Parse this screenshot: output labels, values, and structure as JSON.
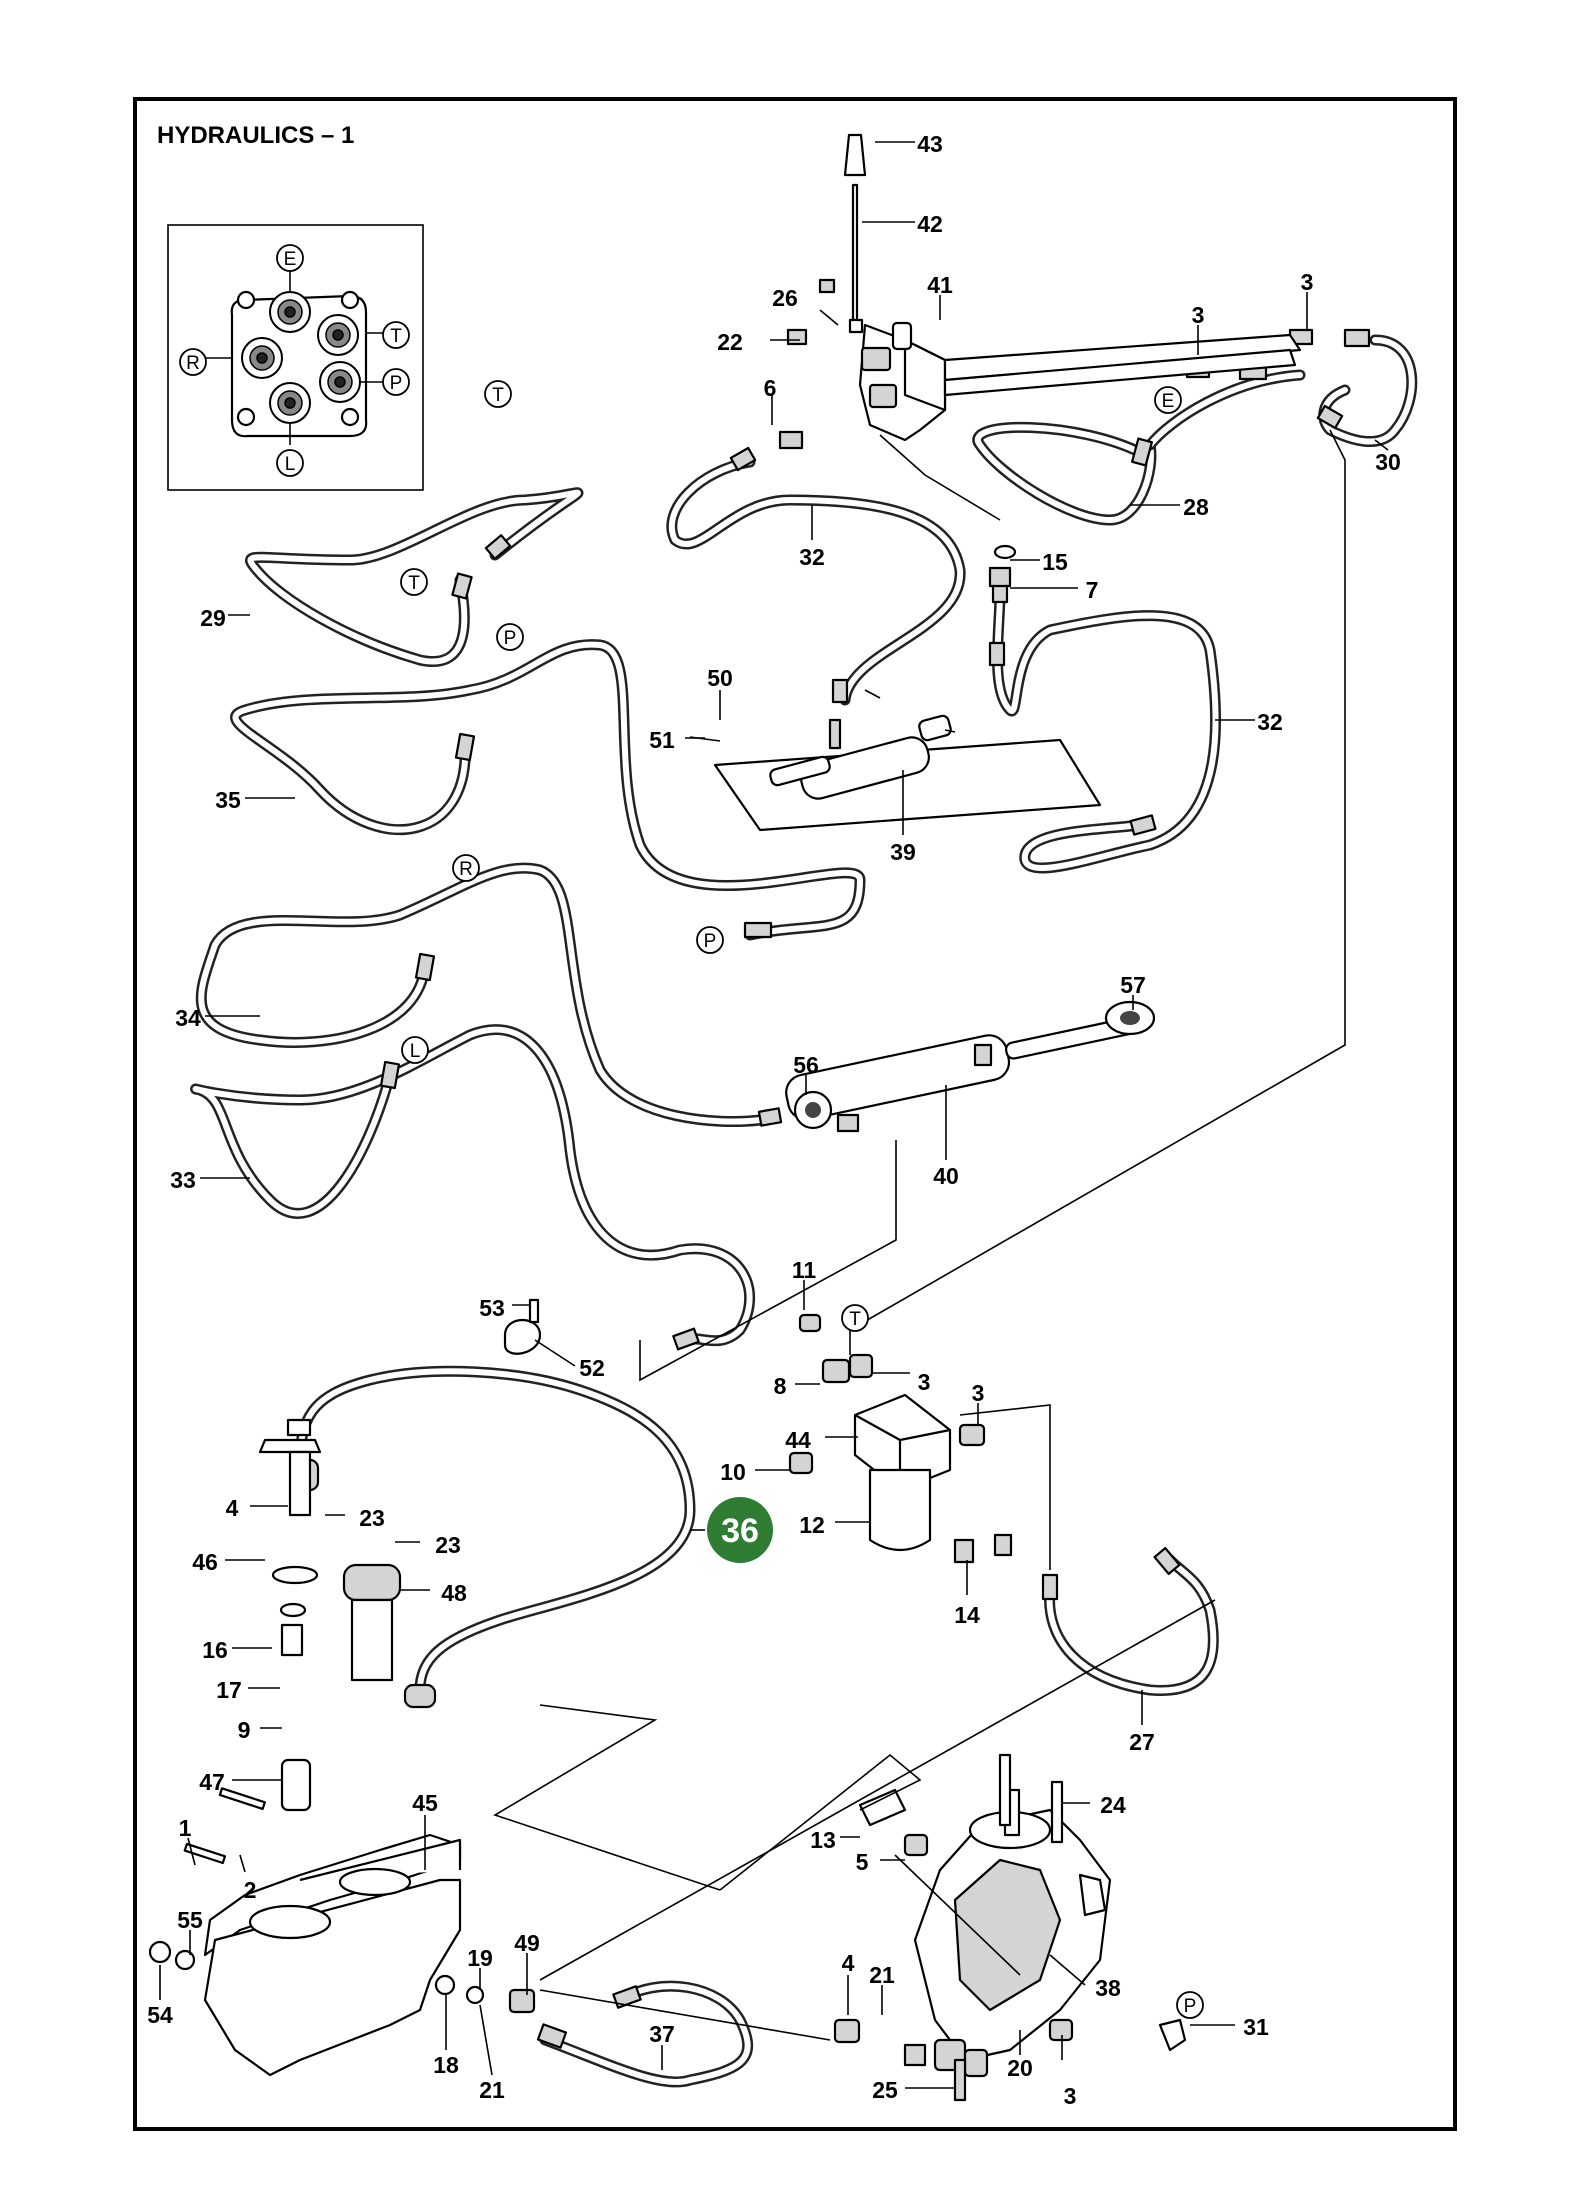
{
  "title": "HYDRAULICS – 1",
  "highlight": {
    "label": "36",
    "color": "#2e7d32"
  },
  "port_letters": [
    "E",
    "T",
    "R",
    "P",
    "L"
  ],
  "callouts": [
    "1",
    "2",
    "3",
    "4",
    "5",
    "6",
    "7",
    "8",
    "9",
    "10",
    "11",
    "12",
    "13",
    "14",
    "15",
    "16",
    "17",
    "18",
    "19",
    "20",
    "21",
    "22",
    "23",
    "24",
    "25",
    "26",
    "27",
    "28",
    "29",
    "30",
    "31",
    "32",
    "33",
    "34",
    "35",
    "37",
    "38",
    "39",
    "40",
    "41",
    "42",
    "43",
    "44",
    "45",
    "46",
    "47",
    "48",
    "49",
    "50",
    "51",
    "52",
    "53",
    "54",
    "55",
    "56",
    "57"
  ]
}
